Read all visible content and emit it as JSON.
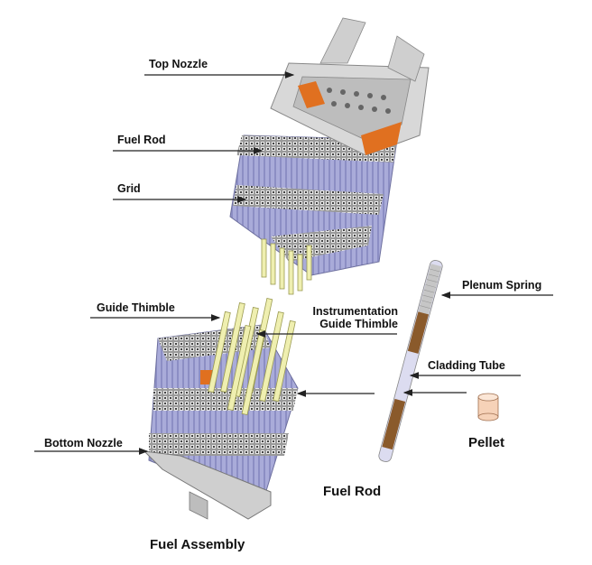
{
  "diagram": {
    "title_assembly": "Fuel Assembly",
    "title_rod": "Fuel Rod",
    "labels": {
      "top_nozzle": "Top Nozzle",
      "fuel_rod": "Fuel Rod",
      "grid": "Grid",
      "guide_thimble": "Guide Thimble",
      "instrumentation_line1": "Instrumentation",
      "instrumentation_line2": "Guide Thimble",
      "bottom_nozzle": "Bottom Nozzle",
      "plenum_spring": "Plenum Spring",
      "cladding_tube": "Cladding Tube",
      "pellet": "Pellet"
    },
    "colors": {
      "rod_body": "#a9abd9",
      "grid": "#8a8a8a",
      "nozzle": "#d8d8d8",
      "thimble": "#efefb0",
      "orange": "#e07020",
      "pellet": "#f6d2b8",
      "rod_brown": "#8a5a2b",
      "leader": "#222222"
    }
  }
}
